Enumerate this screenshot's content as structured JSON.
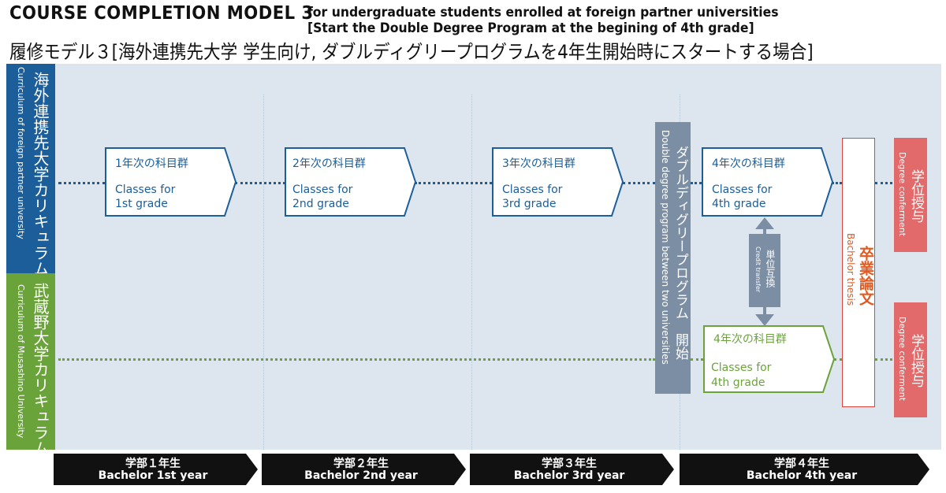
{
  "header": {
    "title": "COURSE COMPLETION MODEL 3",
    "subtitle_line1": "for undergraduate students enrolled at foreign partner universities",
    "subtitle_line2": "[Start the Double Degree Program at the begining of 4th grade]",
    "title_ja": "履修モデル３[海外連携先大学 学生向け, ダブルディグリープログラムを4年生開始時にスタートする場合]"
  },
  "tracks": {
    "foreign": {
      "label_ja": "海外連携先大学カリキュラム",
      "label_en": "Curriculum of foreign partner university"
    },
    "musashino": {
      "label_ja": "武蔵野大学カリキュラム",
      "label_en": "Curriculum of Musashino University"
    }
  },
  "boxes": [
    {
      "label_ja": "1年次の科目群",
      "line1": "Classes for",
      "line2": "1st grade"
    },
    {
      "label_ja": "2年次の科目群",
      "line1": "Classes for",
      "line2": "2nd grade"
    },
    {
      "label_ja": "3年次の科目群",
      "line1": "Classes for",
      "line2": "3rd grade"
    },
    {
      "label_ja": "4年次の科目群",
      "line1": "Classes for",
      "line2": "4th grade"
    },
    {
      "label_ja": "4年次の科目群",
      "line1": "Classes for",
      "line2": "4th grade"
    }
  ],
  "double_degree": {
    "label_ja": "ダブルディグリープログラム　開始",
    "label_en": "Double degree program between two universities"
  },
  "credit_transfer": {
    "label_ja": "単位互換",
    "label_en": "Credit transfer"
  },
  "thesis": {
    "label_ja": "卒業論文",
    "label_en": "Bachelor thesis"
  },
  "degree": {
    "label_ja": "学位授与",
    "label_en": "Degree conferment"
  },
  "timeline": [
    {
      "ja": "学部１年生",
      "en": "Bachelor 1st year"
    },
    {
      "ja": "学部２年生",
      "en": "Bachelor 2nd year"
    },
    {
      "ja": "学部３年生",
      "en": "Bachelor 3rd year"
    },
    {
      "ja": "学部４年生",
      "en": "Bachelor 4th year"
    }
  ],
  "colors": {
    "blue": "#1b5e9a",
    "green": "#6ba33b",
    "gray": "#7b8ea3",
    "red": "#e2433b",
    "pink": "#e26a6a",
    "panel": "#dde6ef",
    "timeline": "#111111"
  }
}
